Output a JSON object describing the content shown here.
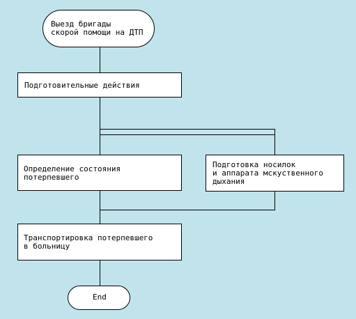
{
  "flowchart": {
    "start": "Выезд бригады\nскорой помощи на ДТП",
    "prepare": "Подготовительные действия",
    "assess": "Определение состояния\nпотерпевшего",
    "stretcher": "Подготовка носилок\nи аппарата мскуственного\nдыхания",
    "transport": "Транспортировка потерпевшего\nв больницу",
    "end": "End"
  },
  "colors": {
    "background": "#c1e4ec",
    "node_fill": "#ffffff",
    "line": "#000000"
  }
}
